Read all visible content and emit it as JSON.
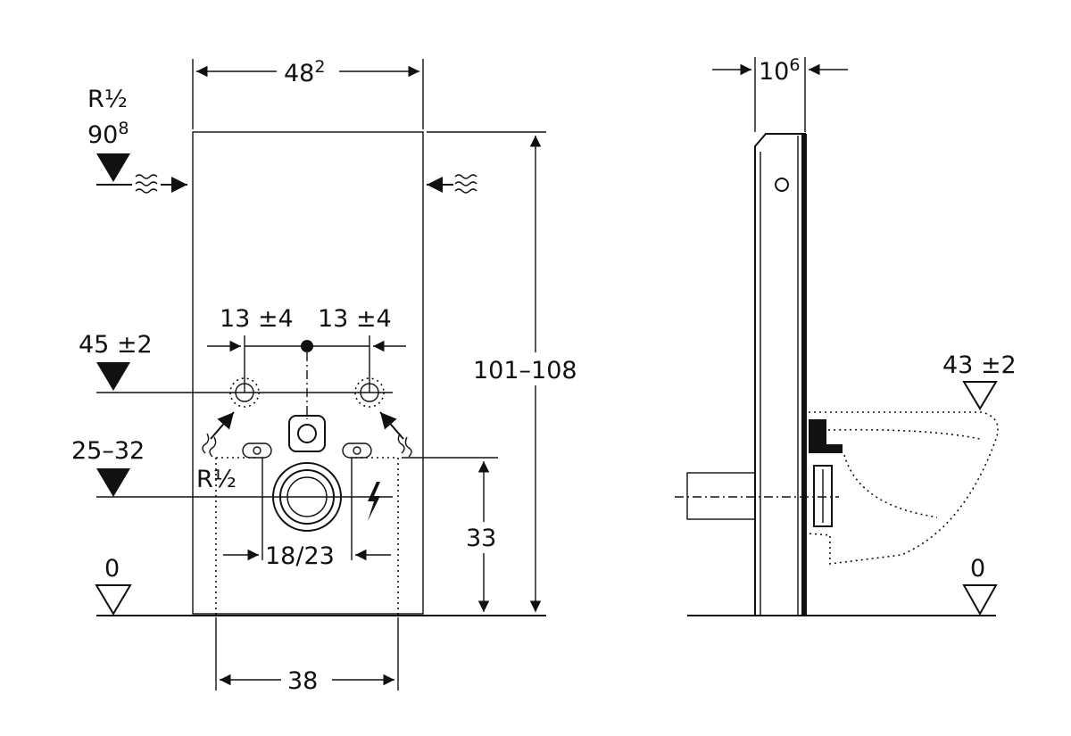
{
  "labels": {
    "width_main": "48",
    "width_main_sup": "2",
    "thread_top": "R½",
    "height_supply": "90",
    "height_supply_sup": "8",
    "left_offset": "13 ±4",
    "right_offset": "13 ±4",
    "height_45": "45 ±2",
    "height_25_32": "25–32",
    "thread_lower": "R½",
    "height_total": "101–108",
    "height_33": "33",
    "spacing_18_23": "18/23",
    "width_38": "38",
    "floor_left": "0",
    "depth": "10",
    "depth_sup": "6",
    "seat_height": "43 ±2",
    "floor_right": "0"
  }
}
